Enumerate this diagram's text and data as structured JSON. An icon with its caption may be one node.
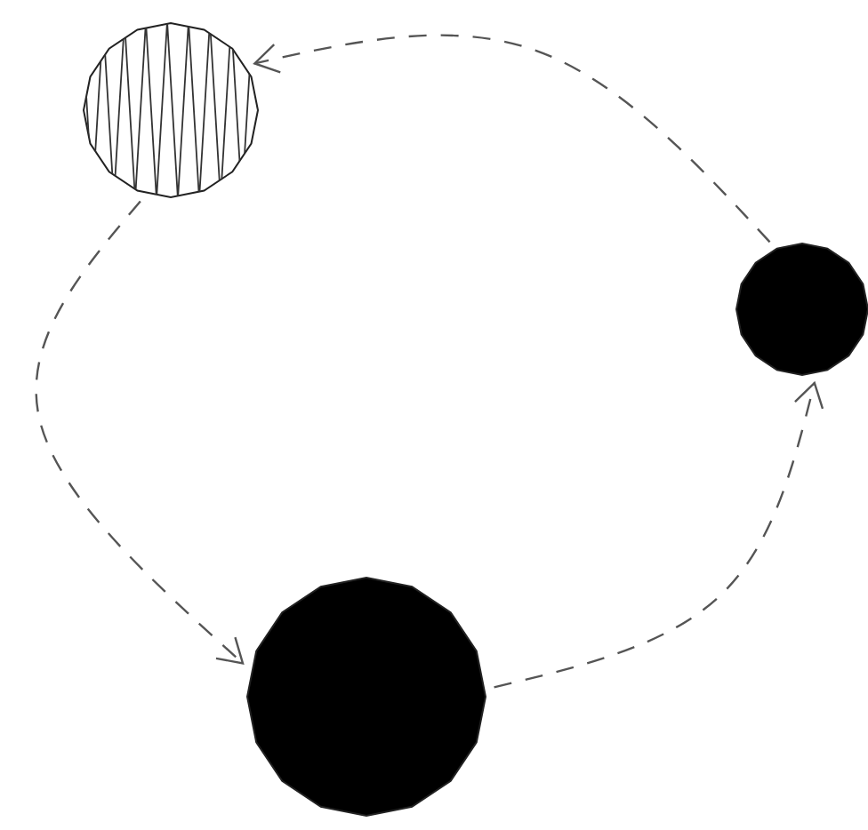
{
  "diagram": {
    "nodes": [
      {
        "text": [],
        "shape": "circle"
      },
      {
        "text": [],
        "shape": "circle"
      },
      {
        "text": [],
        "shape": "circle"
      }
    ],
    "edges": [
      {
        "from": 1,
        "to": 0,
        "arrow": "to",
        "style": "dashed"
      },
      {
        "from": 0,
        "to": 2,
        "arrow": "to",
        "style": "dashed"
      },
      {
        "from": 2,
        "to": 1,
        "arrow": "to",
        "style": "dashed"
      }
    ]
  }
}
